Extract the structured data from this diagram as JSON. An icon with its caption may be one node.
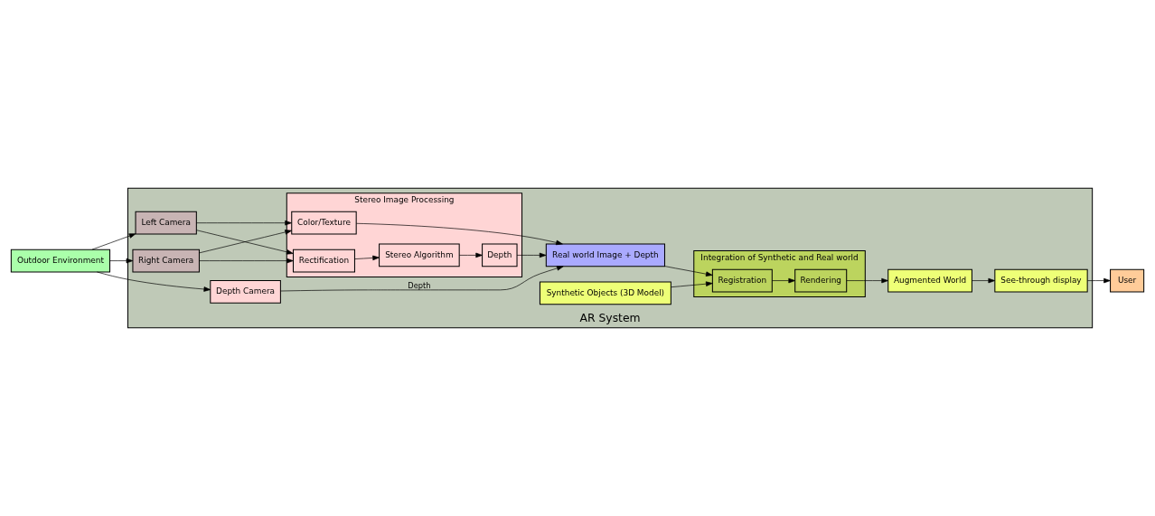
{
  "diagram": {
    "nodes": [
      {
        "text": [
          "Outdoor Environment"
        ]
      },
      {
        "text": [
          "AR System"
        ]
      },
      {
        "text": [
          "Left Camera"
        ],
        "in": 1
      },
      {
        "text": [
          "Right Camera"
        ],
        "in": 1
      },
      {
        "text": [
          "Stereo Image Processing"
        ],
        "in": 1
      },
      {
        "text": [
          "Rectification"
        ],
        "in": 4
      },
      {
        "text": [
          "Stereo Algorithm"
        ],
        "in": 4
      },
      {
        "text": [
          "Depth"
        ],
        "in": 4
      },
      {
        "text": [
          "Color/Texture"
        ],
        "in": 4
      },
      {
        "text": [
          "Real world Image + Depth"
        ],
        "in": 1
      },
      {
        "text": [
          "Depth Camera"
        ],
        "in": 1
      },
      {
        "text": [
          "Integration of Synthetic and Real world"
        ],
        "in": 1
      },
      {
        "text": [
          "Registration"
        ],
        "in": 11
      },
      {
        "text": [
          "Rendering"
        ],
        "in": 11
      },
      {
        "text": [
          "Augmented World"
        ],
        "in": 1
      },
      {
        "text": [
          "Synthetic Objects (3D Model)"
        ],
        "in": 1
      },
      {
        "text": [
          "See-through display"
        ],
        "in": 1
      },
      {
        "text": [
          "User"
        ]
      }
    ],
    "edges": [
      {
        "from": 0,
        "to": 2,
        "arrow": "to"
      },
      {
        "from": 0,
        "to": 3,
        "arrow": "to"
      },
      {
        "from": 0,
        "to": 10,
        "arrow": "to"
      },
      {
        "from": 2,
        "to": 5,
        "arrow": "to"
      },
      {
        "from": 2,
        "to": 8,
        "arrow": "to"
      },
      {
        "from": 3,
        "to": 5,
        "arrow": "to"
      },
      {
        "from": 3,
        "to": 8,
        "arrow": "to"
      },
      {
        "from": 5,
        "to": 6,
        "arrow": "to"
      },
      {
        "from": 6,
        "to": 7,
        "arrow": "to"
      },
      {
        "from": 7,
        "to": 9,
        "arrow": "to"
      },
      {
        "from": 8,
        "to": 9,
        "arrow": "to"
      },
      {
        "from": 10,
        "to": 9,
        "label": "Depth",
        "arrow": "to"
      },
      {
        "from": 9,
        "to": 12,
        "arrow": "to"
      },
      {
        "from": 15,
        "to": 12,
        "arrow": "to"
      },
      {
        "from": 12,
        "to": 13,
        "arrow": "to"
      },
      {
        "from": 13,
        "to": 14,
        "arrow": "to"
      },
      {
        "from": 14,
        "to": 16,
        "arrow": "to"
      },
      {
        "from": 16,
        "to": 17,
        "arrow": "to"
      }
    ]
  }
}
